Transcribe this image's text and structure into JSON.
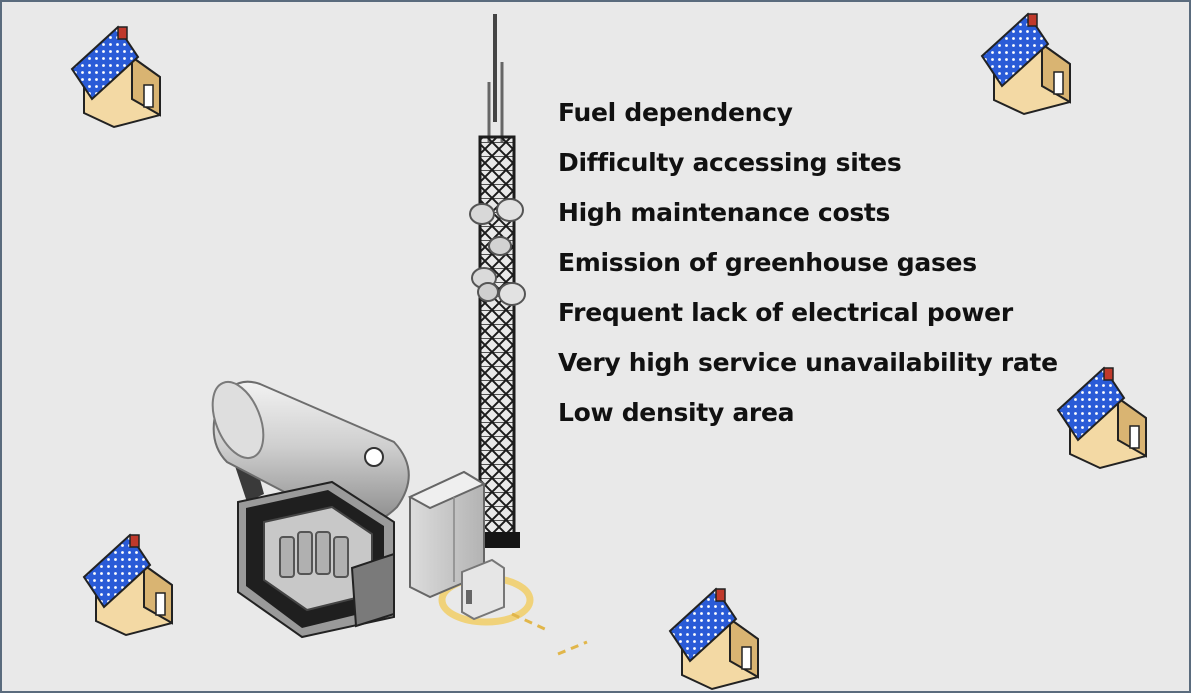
{
  "issues": [
    "Fuel dependency",
    "Difficulty accessing sites",
    "High maintenance costs",
    "Emission of greenhouse gases",
    "Frequent lack of electrical power",
    "Very high service unavailability rate",
    "Low density area"
  ],
  "colors": {
    "background": "#e9e9e9",
    "roof": "#2a5bd7",
    "wall": "#f3d9a4",
    "wall_shade": "#d9b472",
    "chimney": "#c0392b",
    "tower": "#1c1c1c",
    "tank": "#c9c9c9",
    "pad": "#f0d27a"
  },
  "icons": {
    "house": "house-with-solar-roof-icon",
    "tower": "telecom-lattice-tower",
    "tank": "fuel-tank",
    "generator": "diesel-generator",
    "cabinet": "equipment-cabinet"
  }
}
